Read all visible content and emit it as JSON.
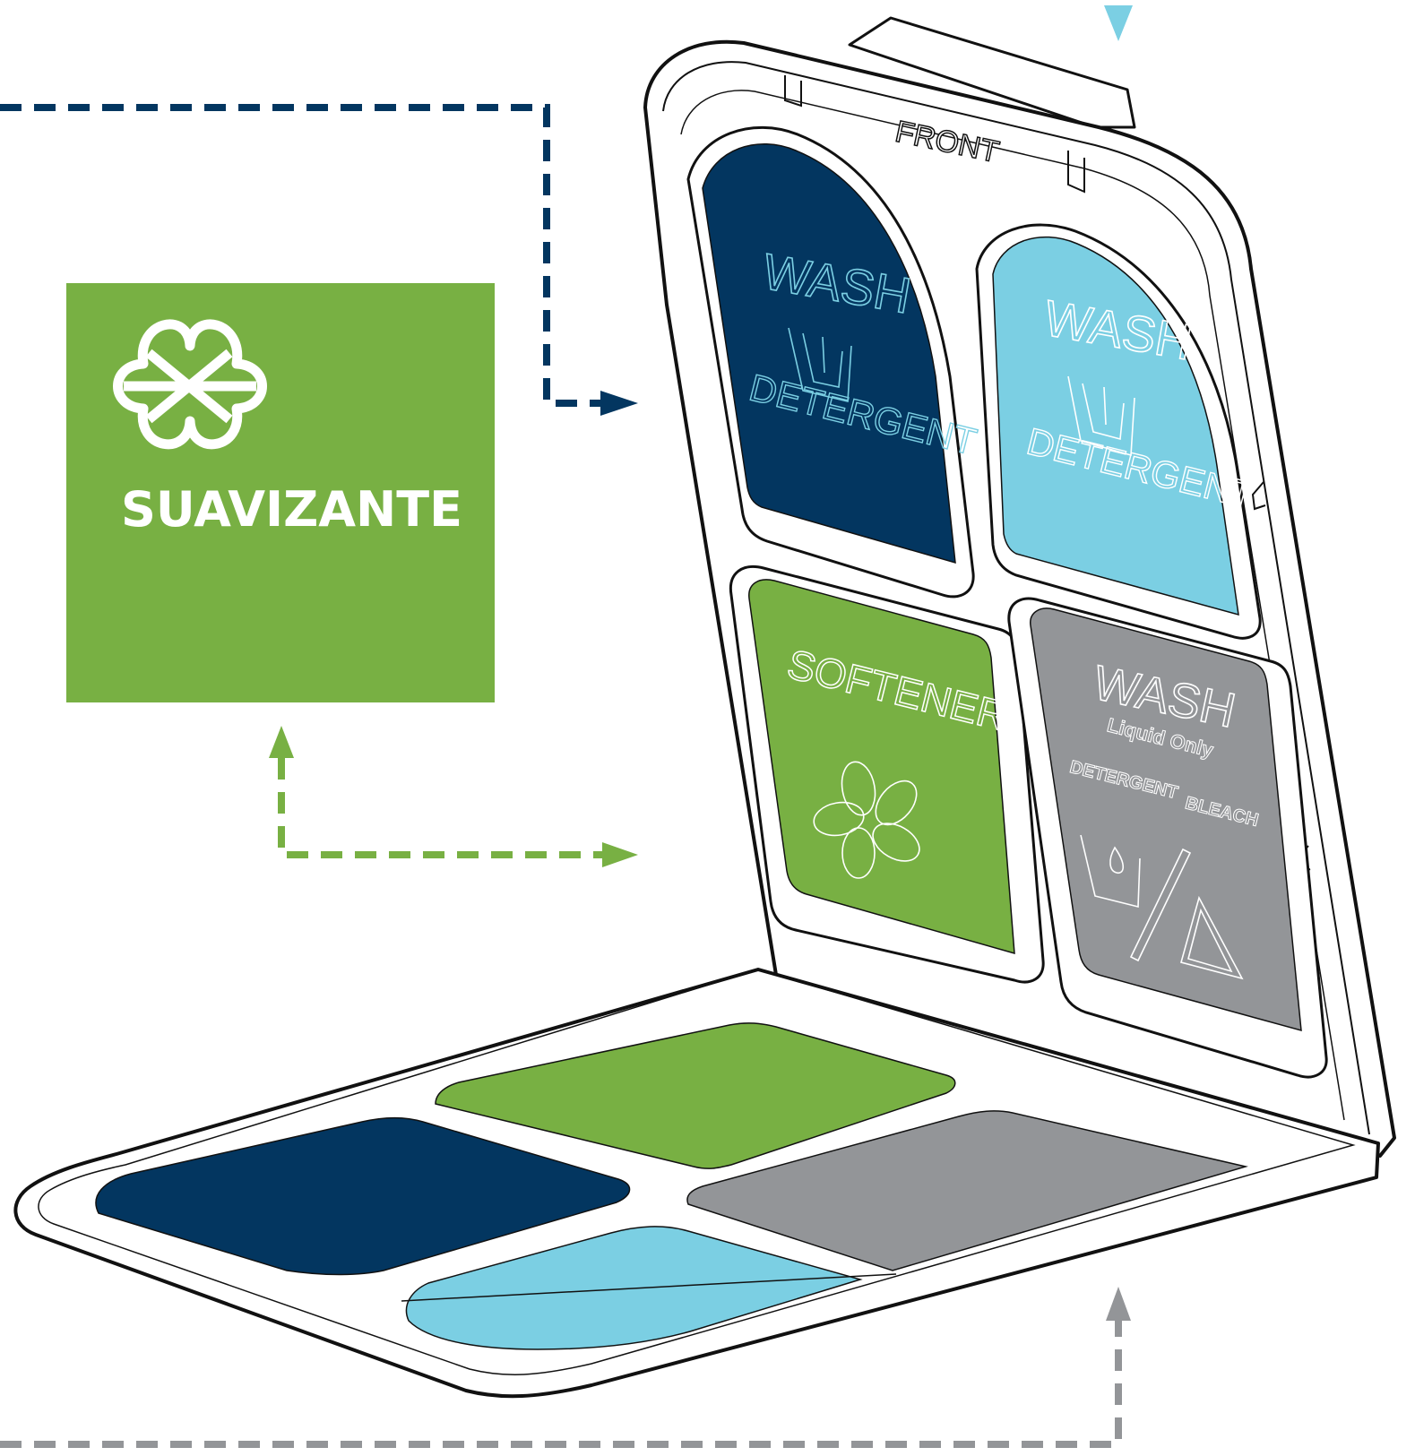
{
  "colors": {
    "navy": "#033660",
    "light_blue": "#7bcfe3",
    "green": "#78b043",
    "gray": "#939598",
    "outline": "#111111",
    "white": "#ffffff"
  },
  "callout": {
    "label": "SUAVIZANTE",
    "icon": "flower-icon"
  },
  "tray": {
    "lid_label": "FRONT",
    "cells": {
      "main_detergent": {
        "top": "WASH",
        "bottom": "DETERGENT",
        "icon": "cup-icon"
      },
      "pre_detergent": {
        "top": "WASH",
        "bottom": "DETERGENT",
        "icon": "cup-icon"
      },
      "softener": {
        "top": "SOFTENER",
        "icon": "flower-icon"
      },
      "liquid_bleach": {
        "top": "WASH",
        "sub": "Liquid Only",
        "left": "DETERGENT",
        "right": "BLEACH",
        "icons": [
          "drop-cup-icon",
          "slash-icon",
          "triangle-icon"
        ]
      }
    }
  }
}
